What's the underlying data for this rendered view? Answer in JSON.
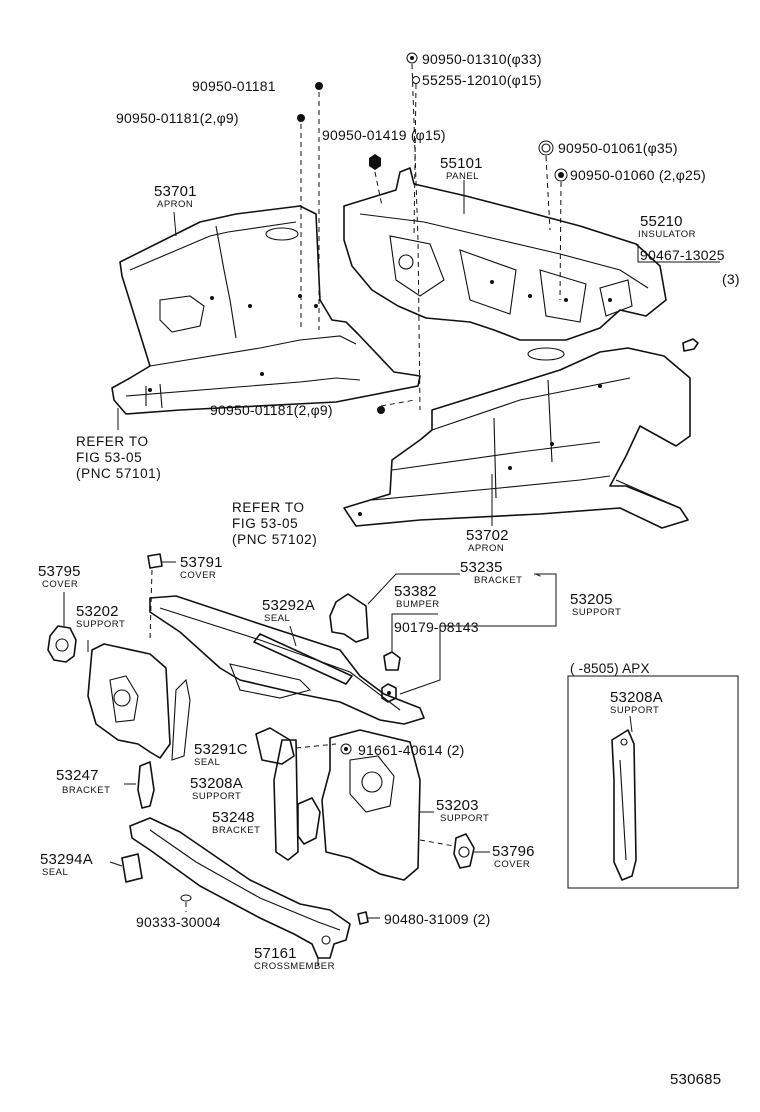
{
  "diagram_id": "530685",
  "refer_to": {
    "left": {
      "line1": "REFER TO",
      "line2": "FIG 53-05",
      "line3": "(PNC 57101)"
    },
    "center": {
      "line1": "REFER TO",
      "line2": "FIG 53-05",
      "line3": "(PNC 57102)"
    }
  },
  "inset": {
    "title": "(    -8505) APX",
    "part_number": "53208A",
    "part_name": "SUPPORT"
  },
  "labels": {
    "p90950_01181_a": "90950-01181",
    "p90950_01181_b": "90950-01181(2,φ9)",
    "p90950_01181_c": "90950-01181(2,φ9)",
    "p90950_01310": "90950-01310(φ33)",
    "p55255_12010": "55255-12010(φ15)",
    "p90950_01419": "90950-01419 (φ15)",
    "p90950_01061": "90950-01061(φ35)",
    "p90950_01060": "90950-01060 (2,φ25)",
    "p53701": "53701",
    "p53701_name": "APRON",
    "p55101": "55101",
    "p55101_name": "PANEL",
    "p55210": "55210",
    "p55210_name": "INSULATOR",
    "p90467_13025": "90467-13025",
    "p90467_13025_qty": "(3)",
    "p53702": "53702",
    "p53702_name": "APRON",
    "p53795": "53795",
    "p53795_name": "COVER",
    "p53791": "53791",
    "p53791_name": "COVER",
    "p53235": "53235",
    "p53235_name": "BRACKET",
    "p53202": "53202",
    "p53202_name": "SUPPORT",
    "p53292A": "53292A",
    "p53292A_name": "SEAL",
    "p53382": "53382",
    "p53382_name": "BUMPER",
    "p53205": "53205",
    "p53205_name": "SUPPORT",
    "p90179_08143": "90179-08143",
    "p53291C": "53291C",
    "p53291C_name": "SEAL",
    "p91661_40614": "91661-40614 (2)",
    "p53247": "53247",
    "p53247_name": "BRACKET",
    "p53208A": "53208A",
    "p53208A_name": "SUPPORT",
    "p53203": "53203",
    "p53203_name": "SUPPORT",
    "p53248": "53248",
    "p53248_name": "BRACKET",
    "p53796": "53796",
    "p53796_name": "COVER",
    "p53294A": "53294A",
    "p53294A_name": "SEAL",
    "p90333_30004": "90333-30004",
    "p90480_31009": "90480-31009 (2)",
    "p57161": "57161",
    "p57161_name": "CROSSMEMBER"
  }
}
